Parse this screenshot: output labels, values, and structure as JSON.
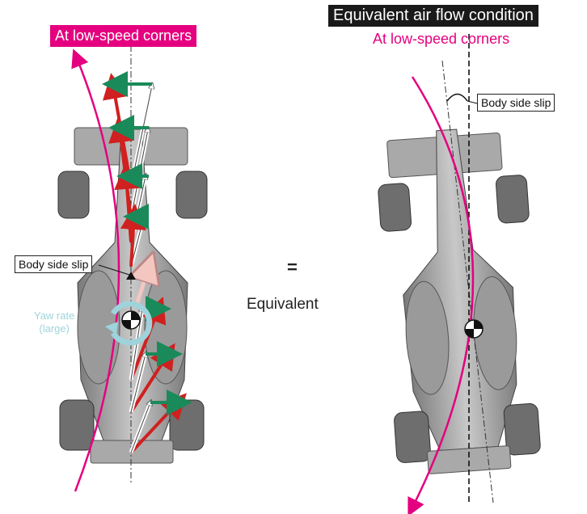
{
  "left_panel": {
    "title": "At low-speed corners",
    "body_side_slip": "Body side slip",
    "yaw_rate_line1": "Yaw rate",
    "yaw_rate_line2": "(large)"
  },
  "right_panel": {
    "title": "Equivalent air flow condition",
    "subtitle": "At low-speed corners",
    "body_side_slip": "Body side slip"
  },
  "center": {
    "equals": "=",
    "label": "Equivalent"
  },
  "colors": {
    "accent_magenta": "#e4007f",
    "arrow_red": "#d0201f",
    "arrow_green": "#1a8a5a",
    "yaw_cyan": "#9fd3dc",
    "car_grey": "#8c8c8c"
  }
}
